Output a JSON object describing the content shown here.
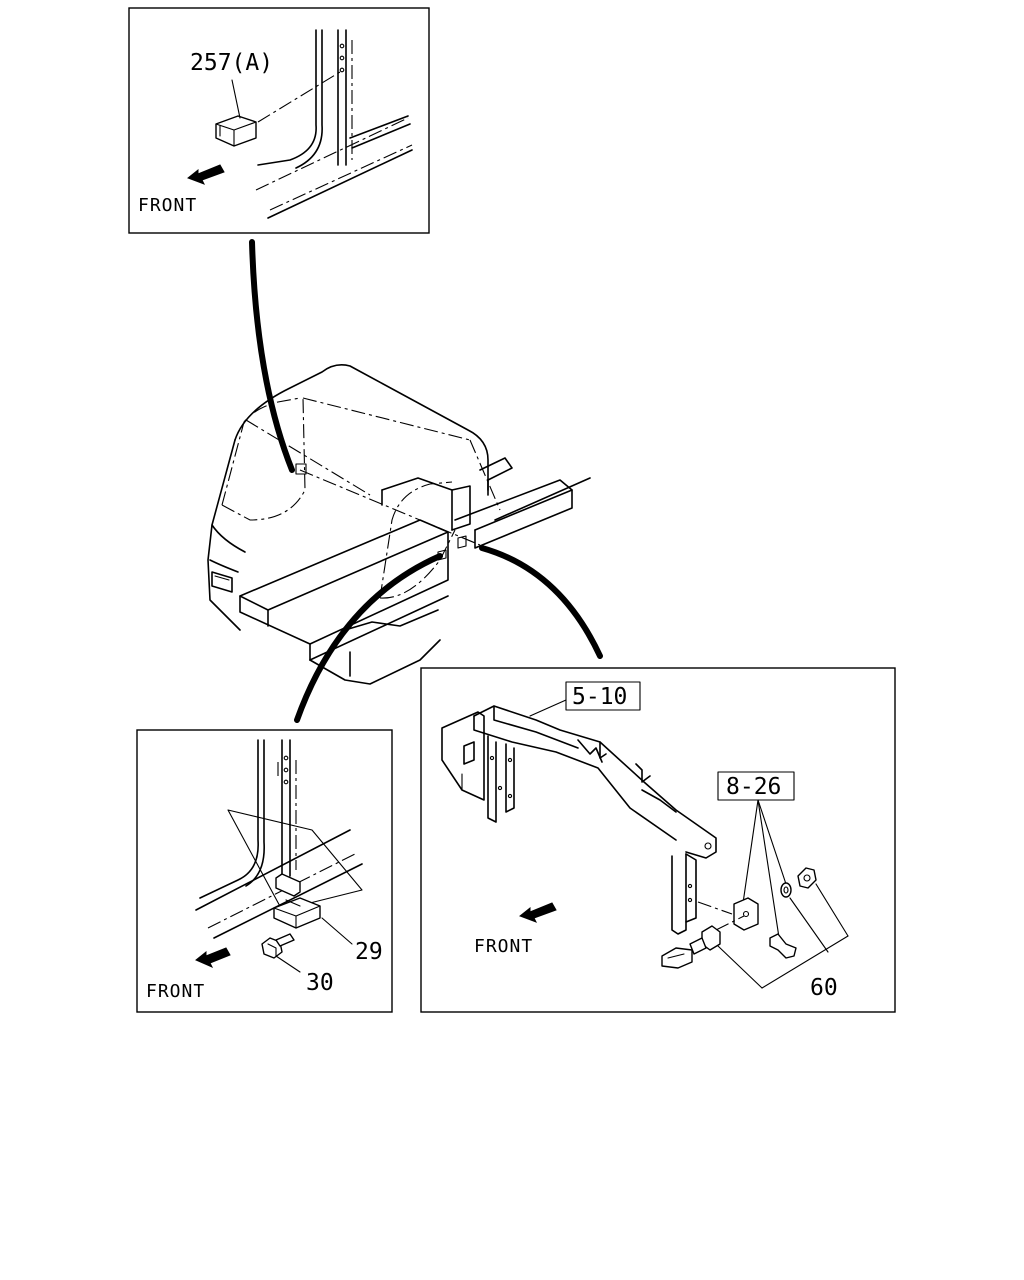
{
  "callouts": {
    "top_part": "257(A)",
    "left_part_a": "29",
    "left_part_b": "30",
    "right_ref_a": "5-10",
    "right_ref_b": "8-26",
    "right_part": "60"
  },
  "direction_labels": {
    "top": "FRONT",
    "bottom_left": "FRONT",
    "bottom_right": "FRONT"
  }
}
